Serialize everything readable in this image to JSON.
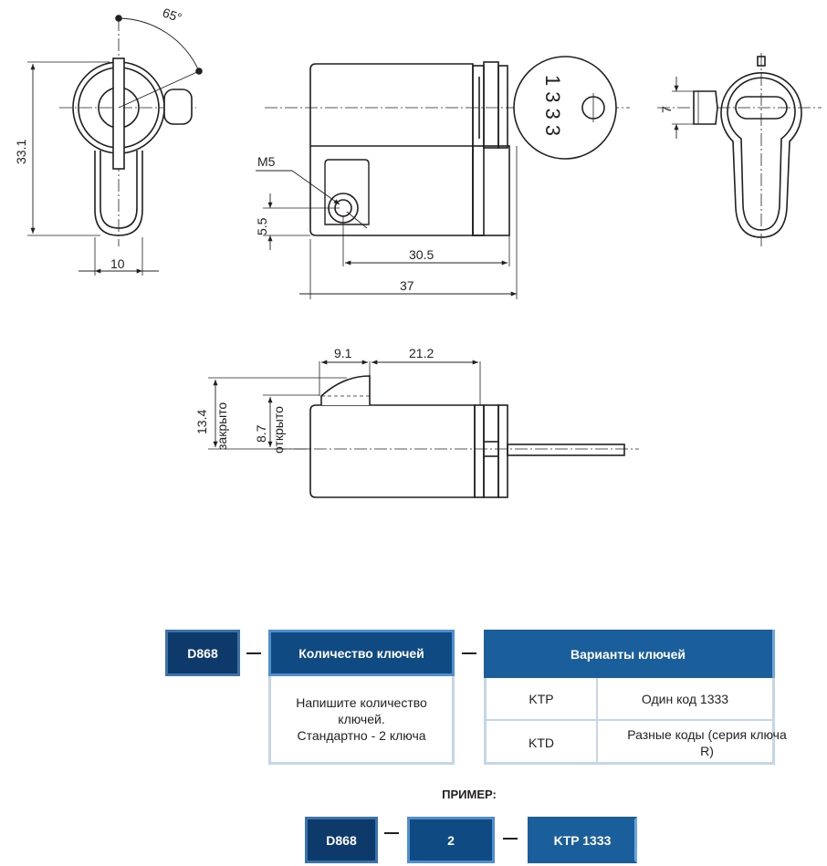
{
  "drawing": {
    "angle": "65°",
    "dim_height": "33.1",
    "dim_width_front": "10",
    "thread": "M5",
    "dim_thread_offset": "5.5",
    "dim_body_length": "30.5",
    "dim_total_length": "37",
    "dim_cam_width": "7",
    "key_code": "1333",
    "dim_cam_length": "9.1",
    "dim_cam_offset": "21.2",
    "dim_closed": "13.4",
    "label_closed": "закрыто",
    "dim_open": "8.7",
    "label_open": "открыто"
  },
  "order": {
    "product_code": "D868",
    "keys_header": "Количество ключей",
    "keys_text": [
      "Напишите количество",
      "ключей.",
      "Стандартно - 2 ключа"
    ],
    "variants_header": "Варианты ключей",
    "variants": [
      {
        "code": "KTP",
        "description": "Один код 1333"
      },
      {
        "code": "KTD",
        "description": "Разные коды (серия ключа R)"
      }
    ],
    "example_label": "ПРИМЕР:",
    "example": {
      "code": "D868",
      "keys": "2",
      "variant": "KTP 1333"
    }
  },
  "colors": {
    "dark_blue": "#0d3a6b",
    "mid_blue": "#0f4a82",
    "header_blue": "#1a5f9b",
    "light_border": "#c6d6ea"
  }
}
